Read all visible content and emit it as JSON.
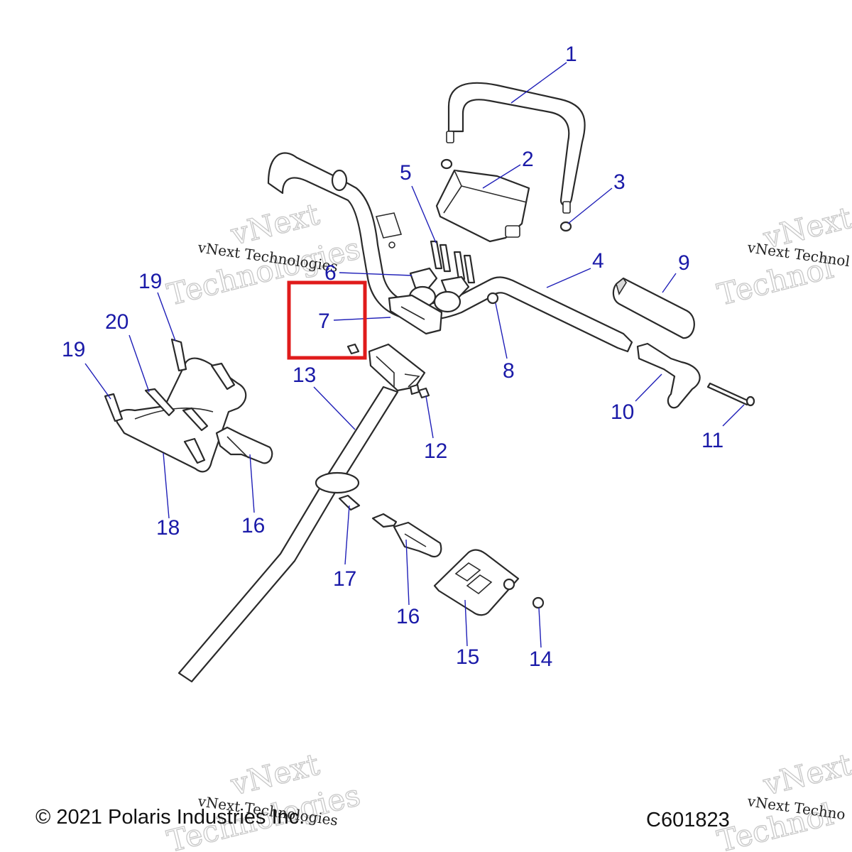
{
  "callouts": {
    "c1": "1",
    "c2": "2",
    "c3": "3",
    "c4": "4",
    "c5": "5",
    "c6": "6",
    "c7": "7",
    "c8": "8",
    "c9": "9",
    "c10": "10",
    "c11": "11",
    "c12": "12",
    "c13": "13",
    "c14": "14",
    "c15": "15",
    "c16a": "16",
    "c16b": "16",
    "c17": "17",
    "c18": "18",
    "c19a": "19",
    "c19b": "19",
    "c20": "20"
  },
  "watermark": {
    "line_a": "vNext",
    "line_b": "Technologies",
    "full": "vNext Technologies",
    "full_cut": "vNext Technol",
    "cut_big": "Technol",
    "cut_small": "vNext Techno"
  },
  "footer": {
    "copyright": "© 2021 Polaris Industries Inc.",
    "code": "C601823"
  },
  "colors": {
    "callout": "#1a1aa8",
    "highlight": "#e01b1b"
  }
}
